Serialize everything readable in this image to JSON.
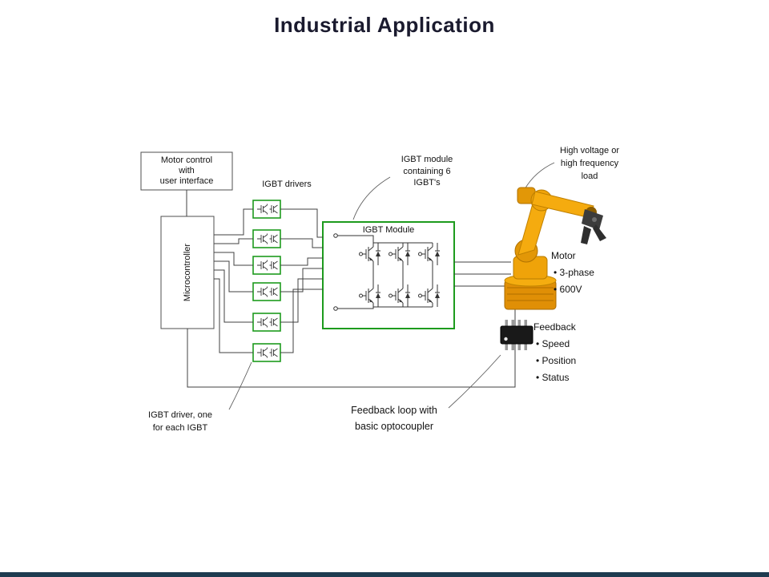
{
  "title": "Industrial Application",
  "blocks": {
    "motor_control": {
      "lines": [
        "Motor control",
        "with",
        "user interface"
      ]
    },
    "microcontroller": {
      "label": "Microcontroller"
    },
    "igbt_drivers": {
      "label": "IGBT drivers"
    },
    "igbt_module": {
      "label": "IGBT Module"
    }
  },
  "callouts": {
    "module_note": {
      "lines": [
        "IGBT module",
        "containing 6",
        "IGBT's"
      ]
    },
    "load_note": {
      "lines": [
        "High voltage or",
        "high frequency",
        "load"
      ]
    },
    "driver_note": {
      "lines": [
        "IGBT driver, one",
        "for each IGBT"
      ]
    },
    "feedback_note": {
      "lines": [
        "Feedback loop with",
        "basic optocoupler"
      ]
    }
  },
  "motor": {
    "title": "Motor",
    "bullets": [
      "• 3-phase",
      "• 600V"
    ]
  },
  "feedback": {
    "title": "Feedback",
    "bullets": [
      "• Speed",
      "• Position",
      "• Status"
    ]
  },
  "icons": {
    "robot": "robot-arm-illustration",
    "optocoupler": "optocoupler-chip-icon"
  },
  "colors": {
    "accent_green": "#1d9b1d",
    "wire": "#404040",
    "title_text": "#1a1a2e",
    "robot_yellow": "#f2a50c",
    "robot_shade": "#d98a00",
    "footer_bar": "#1e3c50"
  }
}
